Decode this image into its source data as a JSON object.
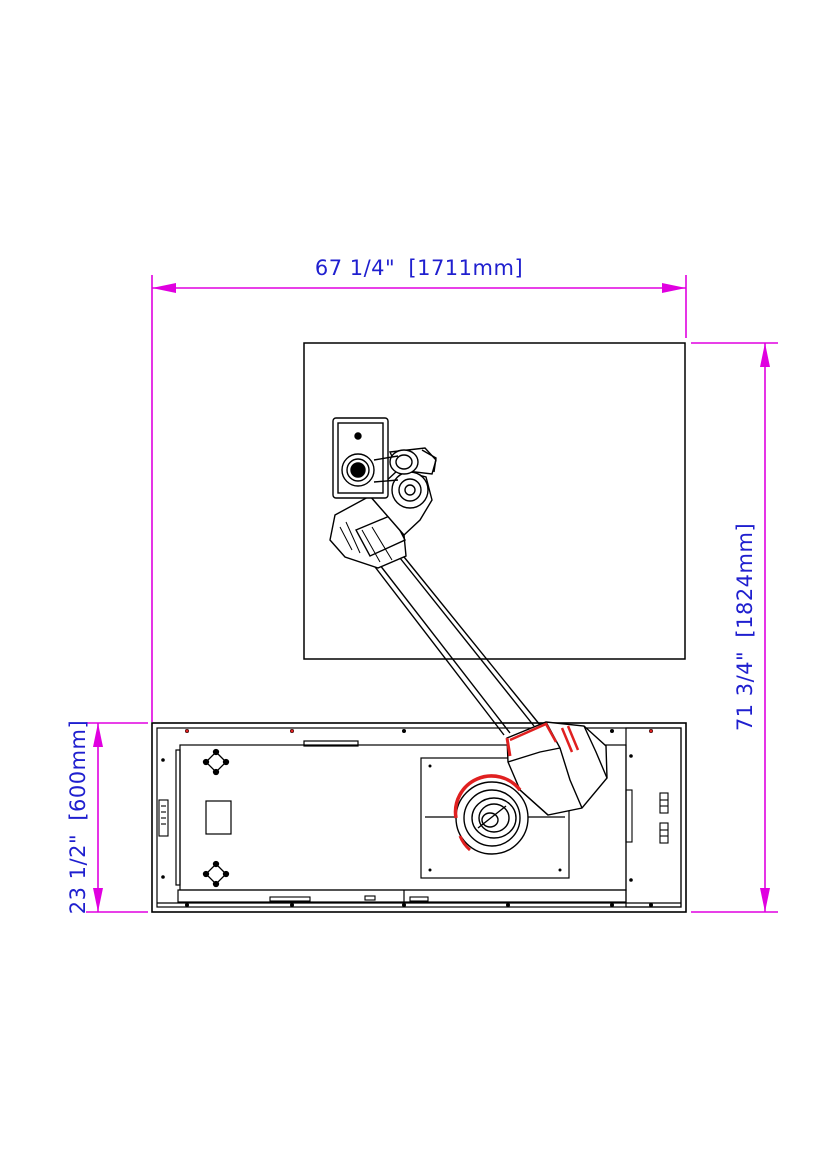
{
  "dimensions": {
    "overall_width": {
      "imperial": "67 1/4\"",
      "metric": "[1711mm]"
    },
    "overall_depth": {
      "imperial": "71 3/4\"",
      "metric": "[1824mm]"
    },
    "base_depth": {
      "imperial": "23 1/2\"",
      "metric": "[600mm]"
    }
  },
  "colors": {
    "extension_lines": "#e000e0",
    "dimension_text": "#1f1fcf",
    "linework": "#000000",
    "robot_accent": "#e02020"
  },
  "icons": {
    "dimension_arrow": "filled-triangle",
    "mount_holes": "diamond-bolt-pattern"
  }
}
